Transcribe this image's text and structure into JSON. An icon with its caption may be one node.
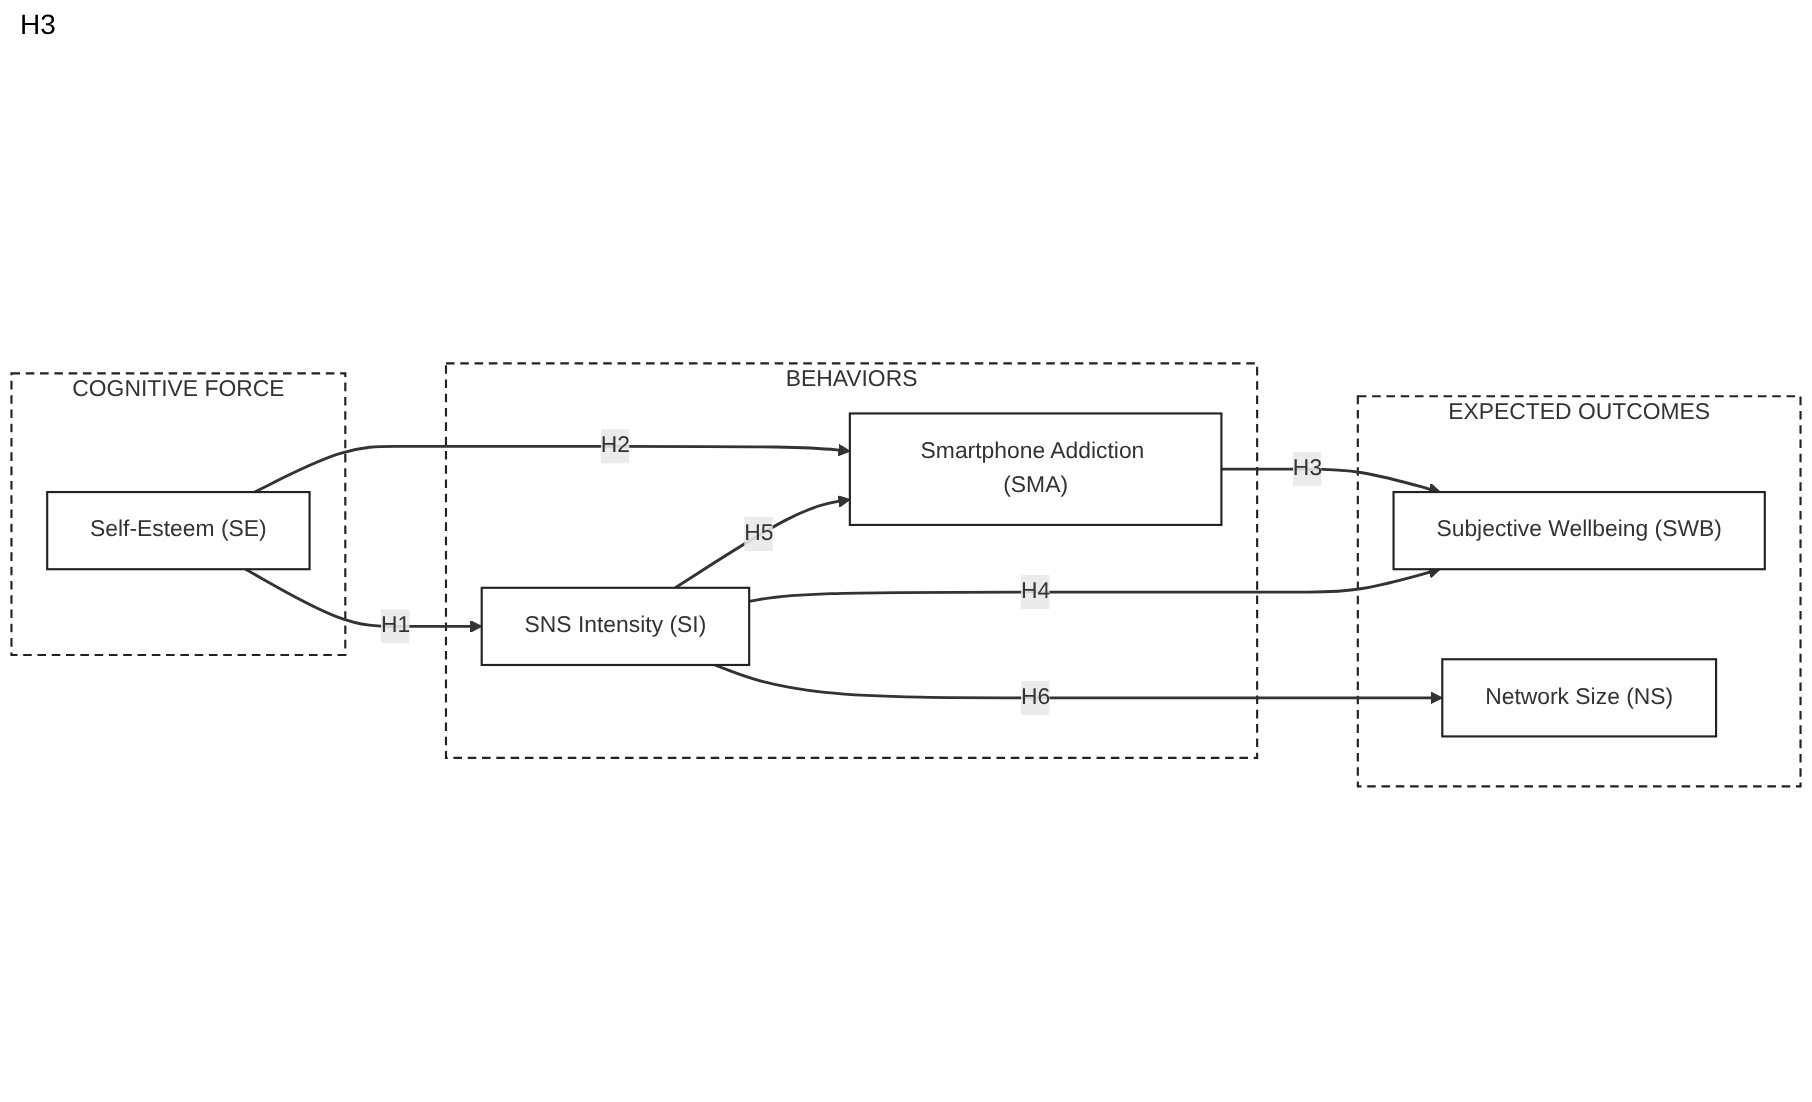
{
  "diagram": {
    "nodes": [
      {
        "text": [
          "COGNITIVE FORCE"
        ]
      },
      {
        "text": [
          "Self-Esteem (SE)"
        ],
        "in": 0
      },
      {
        "text": [
          "BEHAVIORS"
        ]
      },
      {
        "text": [
          "Smartphone Addiction (SMA)"
        ],
        "in": 2
      },
      {
        "text": [
          "SNS Intensity (SI)"
        ],
        "in": 2
      },
      {
        "text": [
          "EXPECTED OUTCOMES"
        ]
      },
      {
        "text": [
          "Subjective Wellbeing (SWB)"
        ],
        "in": 5
      },
      {
        "text": [
          "Network Size (NS)"
        ],
        "in": 5
      }
    ],
    "edges": [
      {
        "from": 1,
        "to": 3,
        "arrow": "to",
        "label": "H2"
      },
      {
        "from": 1,
        "to": 4,
        "arrow": "to",
        "label": "H1"
      },
      {
        "from": 4,
        "to": 3,
        "arrow": "to",
        "label": "H5"
      },
      {
        "from": 3,
        "to": 6,
        "arrow": "to",
        "label": "H3"
      },
      {
        "from": 4,
        "to": 6,
        "arrow": "to",
        "label": "H4"
      },
      {
        "from": 4,
        "to": 7,
        "arrow": "to",
        "label": "H6"
      }
    ],
    "labels": [
      "H3"
    ]
  }
}
